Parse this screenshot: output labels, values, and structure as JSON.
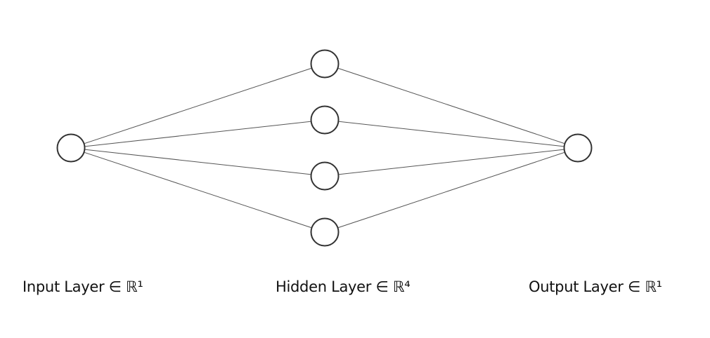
{
  "diagram": {
    "type": "neural-network",
    "layers": [
      {
        "id": "input",
        "label": "Input Layer ∈ ℝ¹",
        "neurons": 1
      },
      {
        "id": "hidden",
        "label": "Hidden Layer ∈ ℝ⁴",
        "neurons": 4
      },
      {
        "id": "output",
        "label": "Output Layer ∈ ℝ¹",
        "neurons": 1
      }
    ],
    "connections": "fully-connected"
  }
}
